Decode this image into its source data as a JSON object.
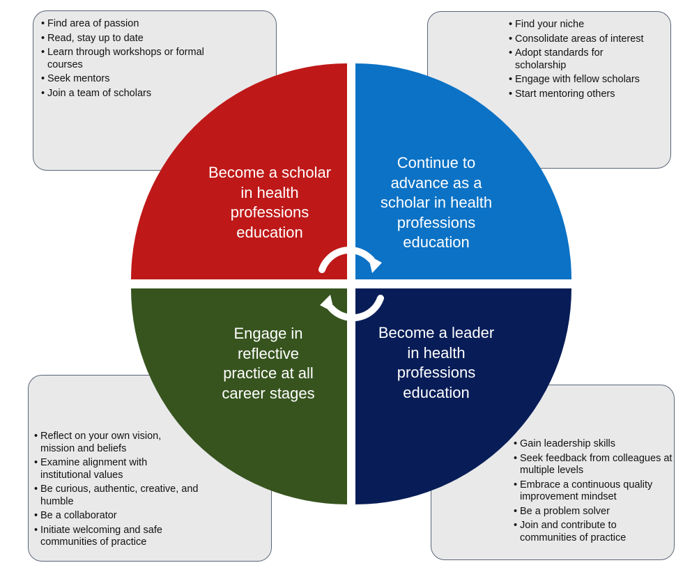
{
  "diagram": {
    "colors": {
      "scholar": "#bf1818",
      "advance": "#0b72c5",
      "leader": "#081d57",
      "reflective": "#37541f",
      "note_box": "#e9e9ea",
      "note_border": "#5a6475",
      "arrows": "#ffffff"
    },
    "icons": [
      "cycle-arrow-icon",
      "cycle-arrow-icon"
    ],
    "quadrants": {
      "top_left": {
        "label": "Become a scholar\nin health\nprofessions\neducation",
        "notes": [
          "Find area of passion",
          "Read, stay up to date",
          " Learn through workshops or formal courses",
          "Seek mentors",
          "Join a team of scholars"
        ]
      },
      "top_right": {
        "label": "Continue to\nadvance as a\nscholar in health\nprofessions\neducation",
        "notes": [
          "Find your niche",
          "Consolidate areas of interest",
          "Adopt standards for scholarship",
          "Engage with fellow scholars",
          "Start mentoring others"
        ]
      },
      "bottom_left": {
        "label": "Engage in\nreflective\npractice at all\ncareer stages",
        "notes": [
          "Reflect on your own vision, mission and beliefs",
          "Examine alignment with institutional values",
          "Be curious, authentic, creative, and humble",
          "Be a collaborator",
          "Initiate welcoming and safe communities of practice"
        ]
      },
      "bottom_right": {
        "label": "Become a leader\nin health\nprofessions\neducation",
        "notes": [
          "Gain leadership skills",
          "Seek feedback from colleagues at multiple levels",
          "Embrace a continuous quality improvement mindset",
          "Be a problem solver",
          "Join and contribute to communities of practice"
        ]
      }
    }
  }
}
